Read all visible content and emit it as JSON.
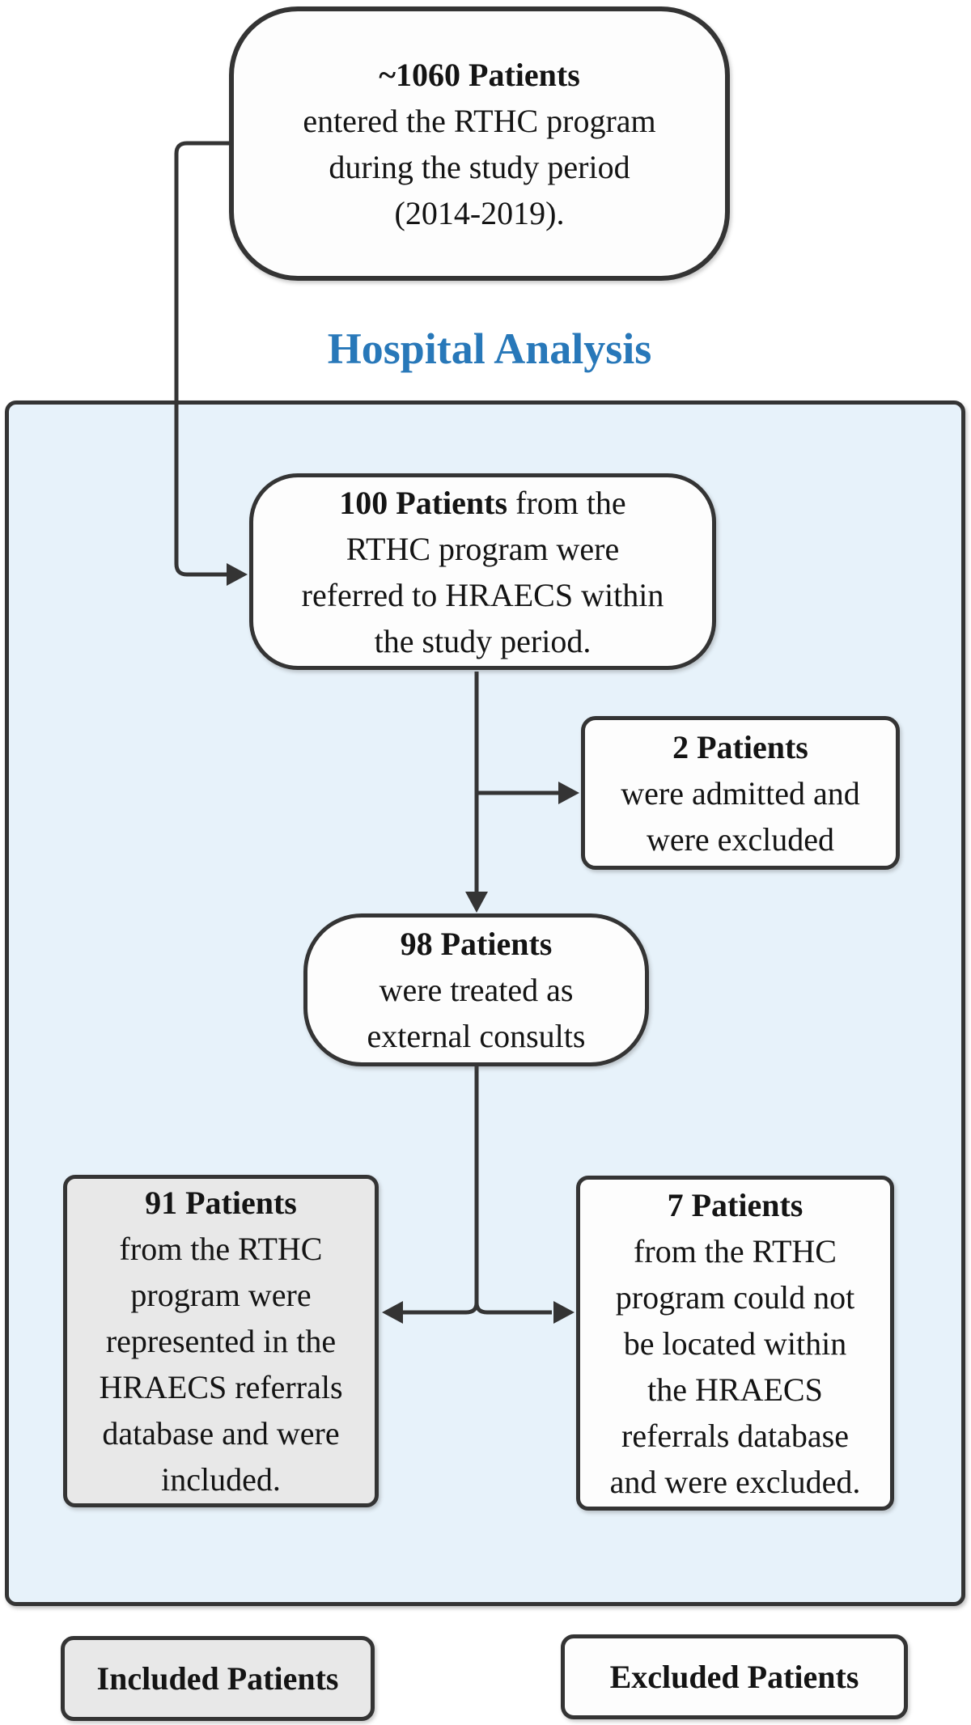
{
  "title": "Hospital Analysis",
  "nodes": {
    "entry": {
      "head": "~1060 Patients",
      "head_rest": "",
      "lines": [
        "entered the RTHC program",
        "during the study period",
        "(2014-2019)."
      ]
    },
    "referred": {
      "head": "100 Patients",
      "head_rest": " from the",
      "lines": [
        "RTHC program were",
        "referred to HRAECS within",
        "the study period."
      ]
    },
    "admitted": {
      "head": "2 Patients",
      "head_rest": "",
      "lines": [
        "were admitted and",
        "were excluded"
      ]
    },
    "external": {
      "head": "98 Patients",
      "head_rest": "",
      "lines": [
        "were treated as",
        "external consults"
      ]
    },
    "included": {
      "head": "91 Patients",
      "head_rest": "",
      "lines": [
        "from the RTHC",
        "program were",
        "represented in the",
        "HRAECS referrals",
        "database and were",
        "included."
      ]
    },
    "excluded": {
      "head": "7 Patients",
      "head_rest": "",
      "lines": [
        "from the RTHC",
        "program could not",
        "be located within",
        "the HRAECS",
        "referrals database",
        "and were excluded."
      ]
    }
  },
  "legend": {
    "included_label": "Included Patients",
    "excluded_label": "Excluded Patients"
  },
  "colors": {
    "heading_blue": "#2878b9",
    "container_fill": "#e7f2fa",
    "included_fill": "#e8e8e8",
    "line_color": "#343434"
  }
}
